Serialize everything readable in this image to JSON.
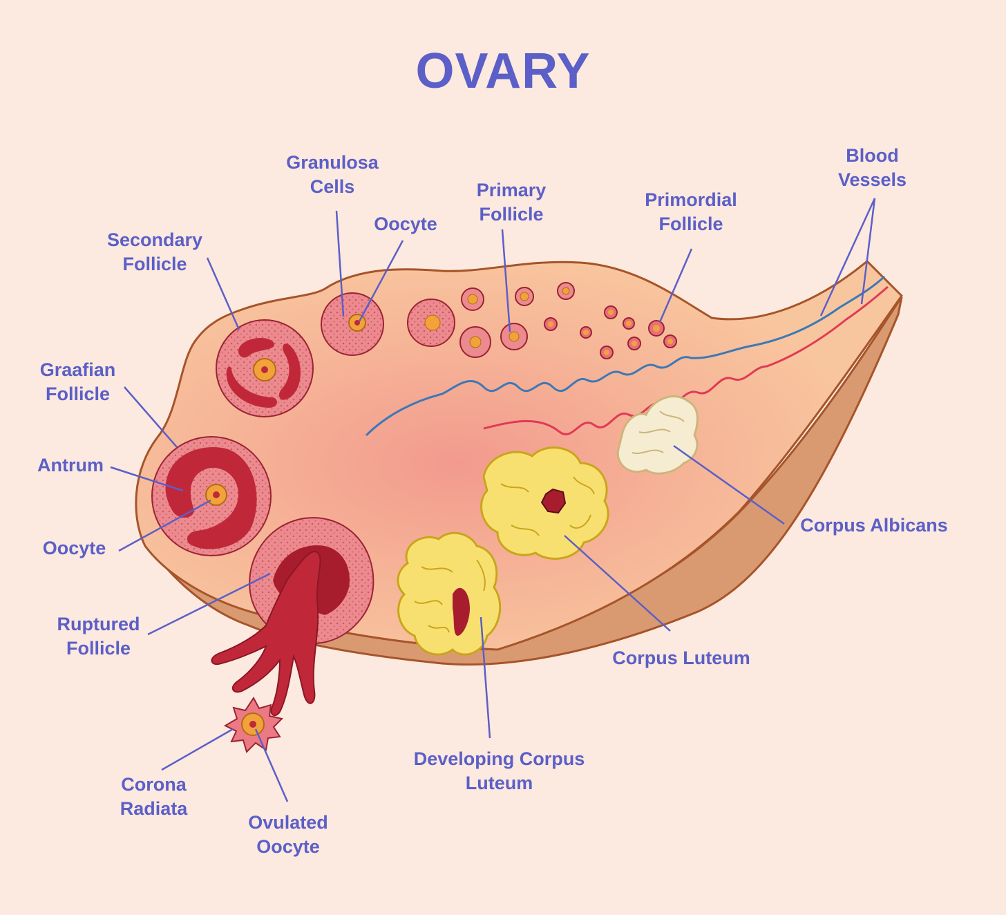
{
  "title": "OVARY",
  "colors": {
    "background": "#fce9df",
    "label_text": "#5b5fc7",
    "leader_line": "#5b5fc7",
    "ovary_fill": "#f7bf98",
    "ovary_outline": "#a6542a",
    "follicle_red": "#c0283a",
    "follicle_pink": "#e57384",
    "corpus_luteum_yellow": "#f8e070",
    "corpus_albicans": "#f6ecd2",
    "vein_blue": "#3d78b6",
    "artery_red": "#e03a55"
  },
  "labels": {
    "granulosa_cells": [
      "Granulosa",
      "Cells"
    ],
    "oocyte_top": [
      "Oocyte"
    ],
    "primary_follicle": [
      "Primary",
      "Follicle"
    ],
    "primordial_follicle": [
      "Primordial",
      "Follicle"
    ],
    "blood_vessels": [
      "Blood",
      "Vessels"
    ],
    "secondary_follicle": [
      "Secondary",
      "Follicle"
    ],
    "graafian_follicle": [
      "Graafian",
      "Follicle"
    ],
    "antrum": [
      "Antrum"
    ],
    "oocyte_left": [
      "Oocyte"
    ],
    "ruptured_follicle": [
      "Ruptured",
      "Follicle"
    ],
    "corona_radiata": [
      "Corona",
      "Radiata"
    ],
    "ovulated_oocyte": [
      "Ovulated",
      "Oocyte"
    ],
    "developing_corpus_luteum": [
      "Developing Corpus",
      "Luteum"
    ],
    "corpus_luteum": [
      "Corpus Luteum"
    ],
    "corpus_albicans": [
      "Corpus Albicans"
    ]
  }
}
